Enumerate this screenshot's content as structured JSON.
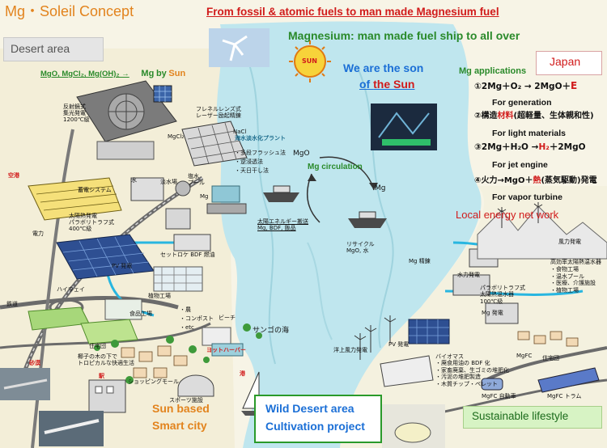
{
  "header": {
    "title": "Mg・Soleil Concept",
    "subtitle": "From fossil & atomic fuels to man made Magnesium fuel",
    "ship_line": "Magnesium: man made fuel ship to all over"
  },
  "regions": {
    "desert": "Desert area",
    "japan": "Japan",
    "local_energy": "Local energy net work",
    "sun_city_line1": "Sun based",
    "sun_city_line2": "Smart city",
    "wild_line1": "Wild Desert area",
    "wild_line2": "Cultivation project",
    "sustainable": "Sustainable lifestyle"
  },
  "sun": {
    "badge": "SUN",
    "line1": "We are the son",
    "line2_prefix": "of ",
    "line2_emph": "the Sun"
  },
  "desert_formula": {
    "compounds": "MgO, MgCl₂, Mg(OH)₂ →",
    "mg": "Mg",
    "by": "by",
    "sun": "Sun"
  },
  "mg_circulation": {
    "label": "Mg circulation",
    "mgo": "MgO",
    "mg": "Mg"
  },
  "applications": {
    "heading": "Mg applications",
    "items": [
      {
        "num": "①",
        "formula": "2Mg＋O₂ → 2MgO＋",
        "emph": "E",
        "tail": "",
        "use": "For generation"
      },
      {
        "num": "②",
        "formula": "構造",
        "emph": "材料",
        "tail": "(超軽量、生体親和性)",
        "use": "For  light materials"
      },
      {
        "num": "③",
        "formula": "2Mg＋H₂O →",
        "emph": "H₂",
        "tail": "＋2MgO",
        "use": "For jet engine"
      },
      {
        "num": "④",
        "formula": "火力→MgO＋",
        "emph": "熱",
        "tail": "(蒸気駆動)発電",
        "use": "For vapor turbine"
      }
    ]
  },
  "map_labels": {
    "solar_furnace": "反射鏡式\n集光発電\n1200℃級",
    "fresnel": "フレネルレンズ式\nレーザー励起精錬",
    "nacl": "NaCl",
    "mgcl2": "MgCl₂",
    "airport_left": "空港",
    "smelter": "淡水場",
    "water": "水",
    "salt_pool": "塩水\nプール",
    "mg_small": "Mg",
    "desal_title": "海水淡水化プラント",
    "desal_1": "・多段フラッシュ法",
    "desal_2": "・逆浸透法",
    "desal_3": "・天日干し法",
    "solar_thermal": "太陽熱発電\nパラボリトラフ式\n400℃級",
    "power": "電力",
    "storage": "蓄電システム",
    "setline": "セットロケ BDF 燃油",
    "pv": "PV 発電",
    "ship_label": "太陽エネルギー搬送\nMg, BDF, 飯品",
    "recycle": "リサイクル\nMgO, 水",
    "mg_refinery": "Mg 精錬",
    "mg_power": "Mg 発電",
    "plant_factory": "植物工場",
    "food_factory": "食品工場",
    "agri": "・農",
    "compost": "・コンポスト",
    "etc": "・etc",
    "beach": "ビーチ",
    "coral_sea": "サンゴの海",
    "highway": "ハイウェイ",
    "railway": "鉄道",
    "housing": "住宅団",
    "housing_desc": "椰子の木の下で\nトロピカルな快適生活",
    "station": "駅",
    "desert_sand": "砂漠",
    "shopping": "ショッピングモール",
    "sports": "スポーツ施設",
    "yacht": "ヨットハーバー",
    "port": "港",
    "offshore_wind": "洋上風力発電",
    "pv_right": "PV 発電",
    "biomass": "バイオマス\n・廃食用油の BDF 化\n・家畜廃棄、生ゴミの堆肥化\n・汚泥の堆肥製造\n・木質チップ・ペレット",
    "wind_right": "風力発電",
    "hydro": "水力発電",
    "parabolic": "パラボリトラフ式\n太陽熱温水器\n100℃級",
    "hightemp": "高効率太陽熱温水器\n・食物工場\n・温水プール\n・医療、介護施設\n・植物工場",
    "residential": "住宅団",
    "mgfc": "MgFC",
    "mgfc_car": "MgFC 自動車",
    "mgfc_tram": "MgFC トラム"
  }
}
